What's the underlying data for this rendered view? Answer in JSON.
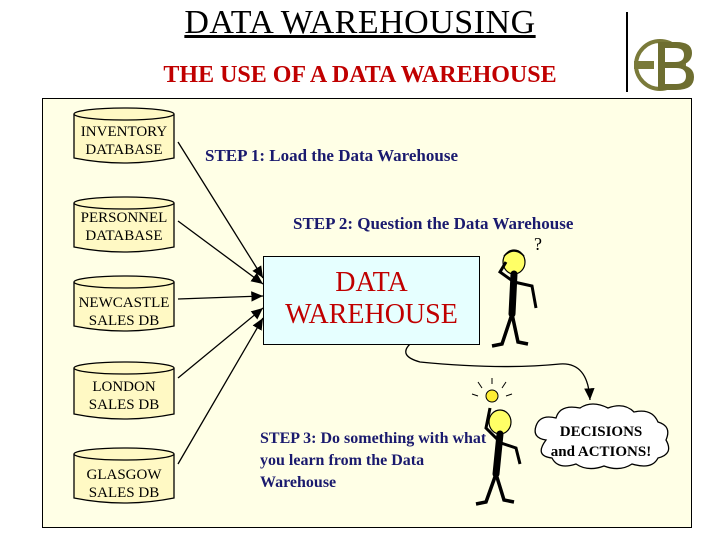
{
  "header": {
    "title": "DATA WAREHOUSING",
    "subtitle": "THE USE OF A DATA WAREHOUSE"
  },
  "databases": [
    {
      "label": "INVENTORY\nDATABASE"
    },
    {
      "label": "PERSONNEL\nDATABASE"
    },
    {
      "label": "NEWCASTLE\nSALES DB"
    },
    {
      "label": "LONDON\nSALES DB"
    },
    {
      "label": "GLASGOW\nSALES DB"
    }
  ],
  "steps": {
    "step1": "STEP 1: Load the Data Warehouse",
    "step2": "STEP 2: Question the Data Warehouse",
    "step3": "STEP 3: Do something with what you learn from the Data Warehouse"
  },
  "warehouse": {
    "label": "DATA\nWAREHOUSE"
  },
  "decisions": {
    "label": "DECISIONS\nand ACTIONS!"
  },
  "colors": {
    "title_red": "#c00000",
    "panel_bg": "#ffffe6",
    "warehouse_bg": "#e6ffff",
    "step_text": "#1a1a6e",
    "cylinder_fill": "#fff9c4"
  }
}
